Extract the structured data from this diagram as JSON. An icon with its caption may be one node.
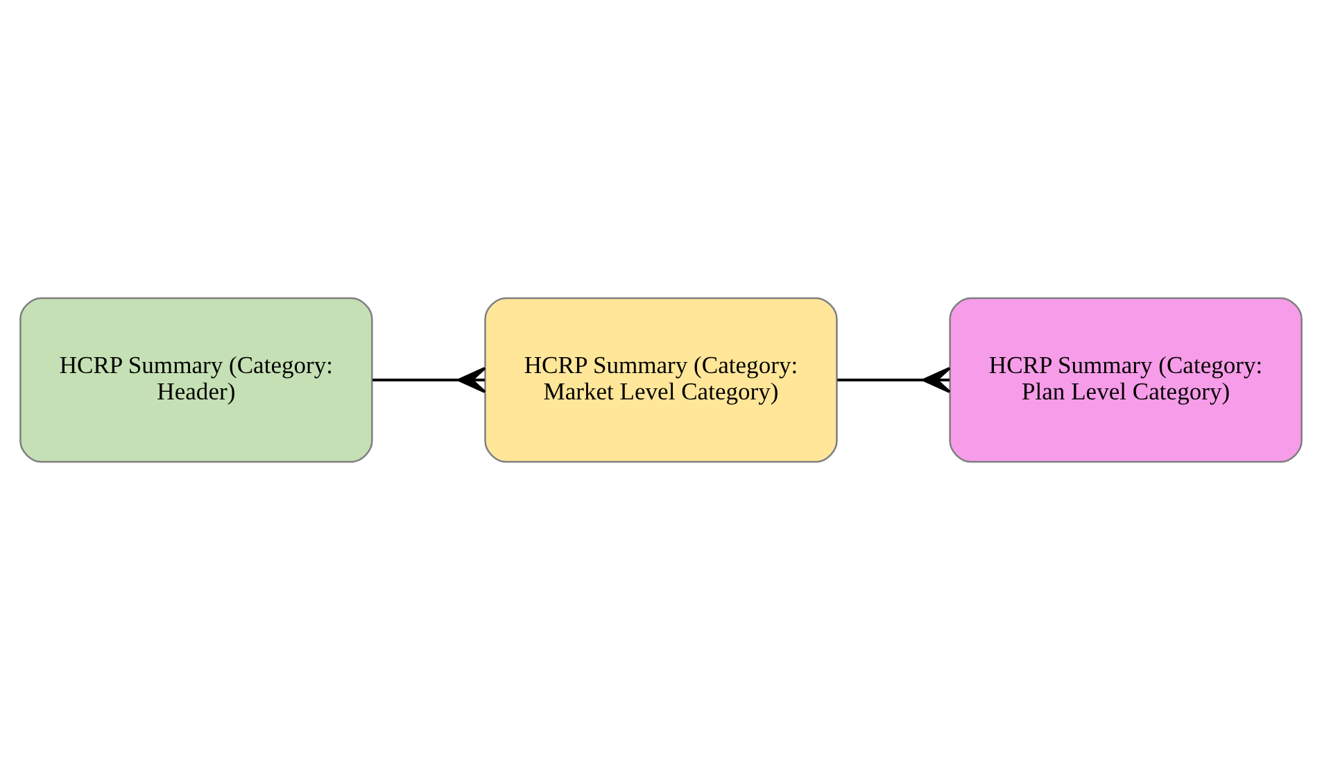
{
  "diagram": {
    "nodes": [
      {
        "text": [
          "HCRP Summary (Category: Header)"
        ]
      },
      {
        "text": [
          "HCRP Summary (Category: Market Level Category)"
        ]
      },
      {
        "text": [
          "HCRP Summary (Category: Plan Level Category)"
        ]
      }
    ],
    "edges": [
      {
        "from": 0,
        "to": 1,
        "arrow": "other"
      },
      {
        "from": 1,
        "to": 2,
        "arrow": "other"
      }
    ]
  }
}
